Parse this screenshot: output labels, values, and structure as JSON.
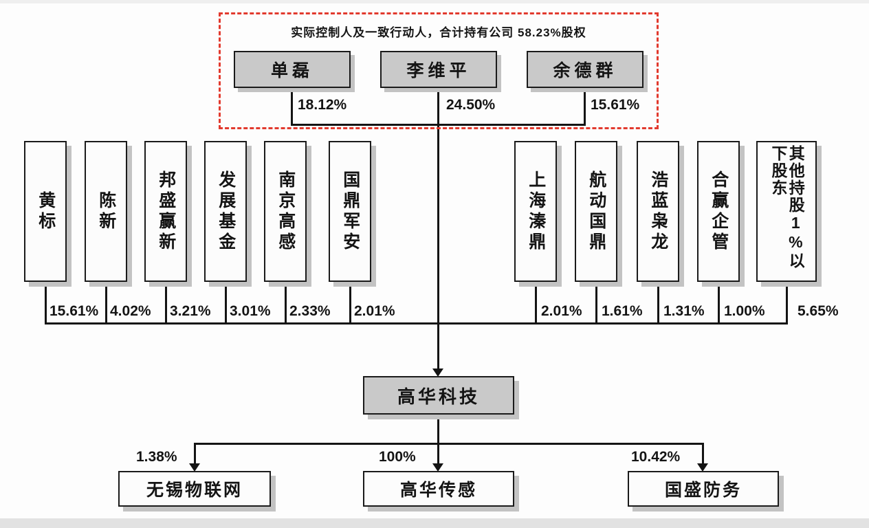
{
  "control_group": {
    "note": "实际控制人及一致行动人，合计持有公司 58.23%股权",
    "members": [
      {
        "name": "单磊",
        "percent": "18.12%"
      },
      {
        "name": "李维平",
        "percent": "24.50%"
      },
      {
        "name": "余德群",
        "percent": "15.61%"
      }
    ]
  },
  "shareholders": [
    {
      "name": "黄标",
      "percent": "15.61%"
    },
    {
      "name": "陈新",
      "percent": "4.02%"
    },
    {
      "name": "邦盛赢新",
      "percent": "3.21%"
    },
    {
      "name": "发展基金",
      "percent": "3.01%"
    },
    {
      "name": "南京高感",
      "percent": "2.33%"
    },
    {
      "name": "国鼎军安",
      "percent": "2.01%"
    },
    {
      "name": "上海溱鼎",
      "percent": "2.01%"
    },
    {
      "name": "航动国鼎",
      "percent": "1.61%"
    },
    {
      "name": "浩蓝枭龙",
      "percent": "1.31%"
    },
    {
      "name": "合赢企管",
      "percent": "1.00%"
    },
    {
      "name": "其他持股1%以下股东",
      "percent": "5.65%"
    }
  ],
  "company": {
    "name": "高华科技"
  },
  "subsidiaries": [
    {
      "name": "无锡物联网",
      "percent": "1.38%"
    },
    {
      "name": "高华传感",
      "percent": "100%"
    },
    {
      "name": "国盛防务",
      "percent": "10.42%"
    }
  ],
  "colors": {
    "accent_dashed_frame": "#e23a2e",
    "node_gray_fill": "#c9c9c9",
    "node_white_fill": "#fcfcfc",
    "line_black": "#141414"
  }
}
